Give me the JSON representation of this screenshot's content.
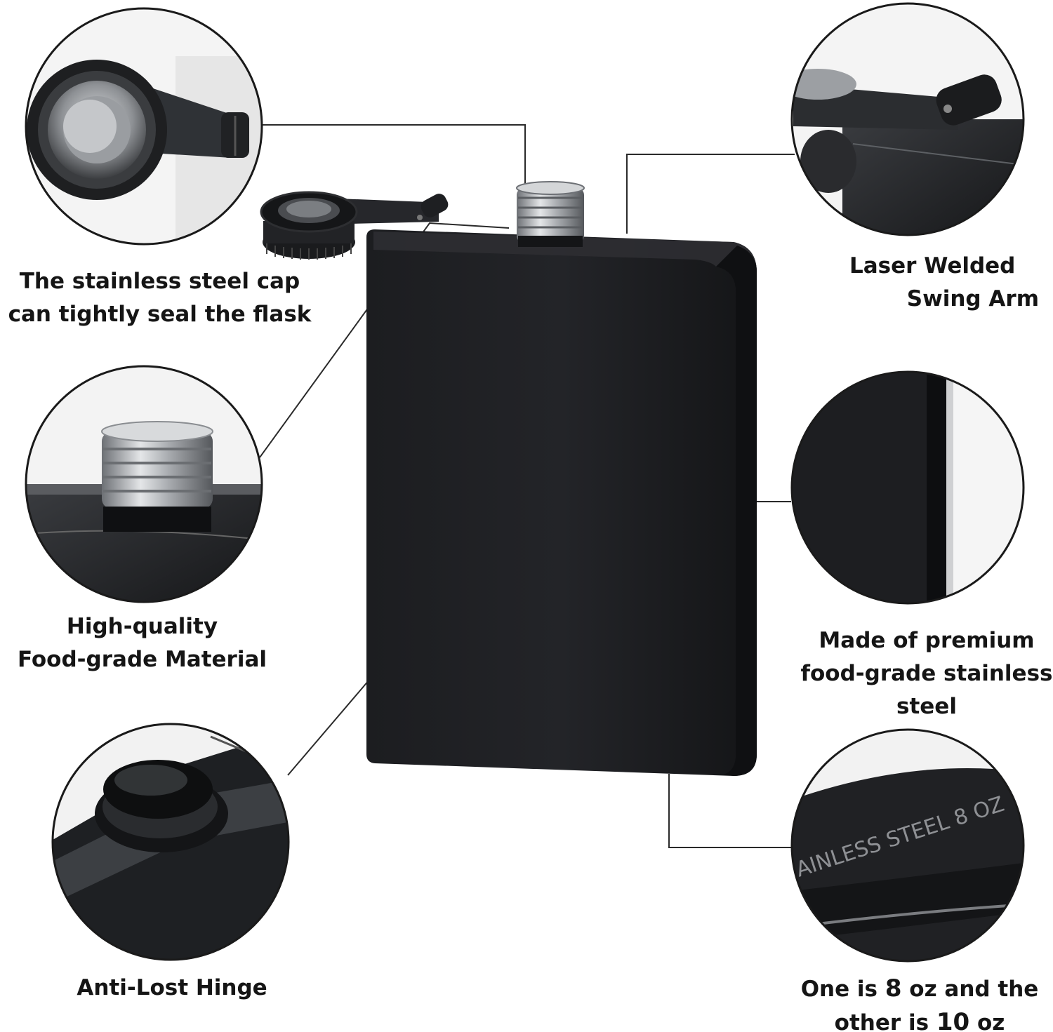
{
  "colors": {
    "background": "#ffffff",
    "flask_body": "#1b1c1f",
    "callout_line": "#2a2a2a",
    "circle_stroke": "#1a1a1a",
    "steel": "#b8babd",
    "text": "#151515"
  },
  "features": {
    "cap": {
      "line1": "The stainless steel cap",
      "line2": "can tightly seal the flask"
    },
    "material": {
      "line1": "High-quality",
      "line2": "Food-grade Material"
    },
    "hinge": {
      "line1": "Anti-Lost Hinge"
    },
    "swing_arm": {
      "line1": "Laser Welded",
      "line2": "Swing Arm"
    },
    "steel": {
      "line1": "Made of premium",
      "line2": "food-grade stainless",
      "line3": "steel"
    },
    "capacity": {
      "line1_prefix": "One is ",
      "line1_number": "8",
      "line1_suffix": " oz and the",
      "line2_prefix": "other is ",
      "line2_number": "10",
      "line2_suffix": " oz"
    }
  },
  "engraving": {
    "text": "AINLESS STEEL 8 OZ"
  },
  "icons": {
    "main": "hip-flask-icon",
    "cap_detail": "flask-cap-detail-icon",
    "neck_detail": "threaded-neck-icon",
    "hinge_detail": "hinge-cap-icon",
    "arm_detail": "swing-arm-icon",
    "edge_detail": "flask-edge-icon",
    "engraving_detail": "engraved-base-icon"
  }
}
